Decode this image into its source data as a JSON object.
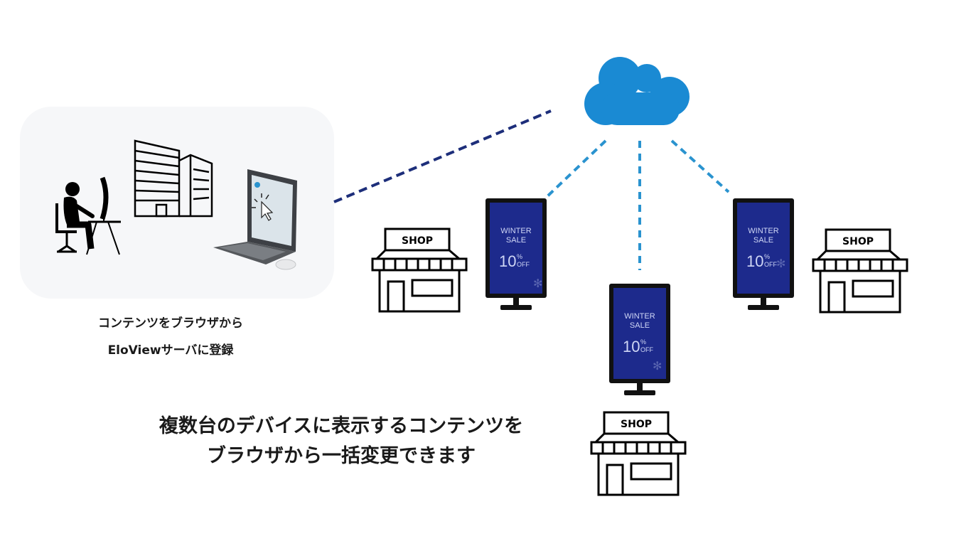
{
  "admin": {
    "caption_line1": "コンテンツをブラウザから",
    "caption_line2": "EloViewサーバに登録"
  },
  "footer": {
    "line1": "複数台のデバイスに表示するコンテンツを",
    "line2": "ブラウザから一括変更できます"
  },
  "signage": {
    "line1": "WINTER",
    "line2": "SALE",
    "percent": "10",
    "percent_sign": "%",
    "off": "OFF"
  },
  "shop": {
    "label": "SHOP"
  },
  "colors": {
    "cloud": "#1a8ad3",
    "admin_link": "#1d2e7a",
    "device_link": "#2a93cf",
    "screen": "#1d2a8c",
    "panel": "#f6f7f9"
  }
}
